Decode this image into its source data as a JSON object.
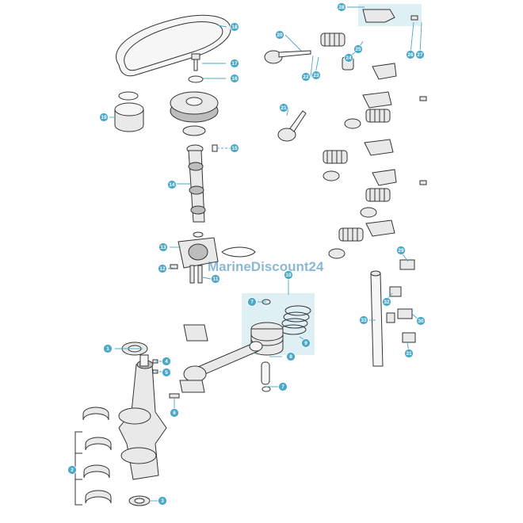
{
  "watermark": "MarineDiscount24",
  "callouts": [
    "1",
    "2",
    "3",
    "4",
    "5",
    "6",
    "7",
    "7",
    "8",
    "9",
    "10",
    "11",
    "12",
    "13",
    "14",
    "15",
    "16",
    "17",
    "18",
    "19",
    "20",
    "21",
    "22",
    "23",
    "24",
    "25",
    "26",
    "27",
    "28",
    "29",
    "30",
    "31",
    "32",
    "33"
  ],
  "colors": {
    "callout": "#4aa8c8",
    "highlight": "#dff0f5",
    "watermark": "#2f7fb0"
  }
}
